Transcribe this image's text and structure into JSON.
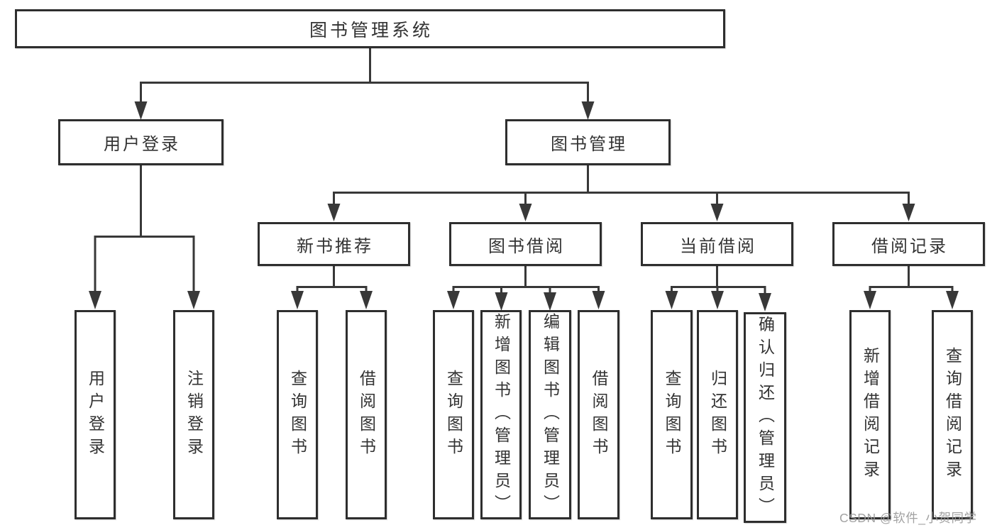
{
  "diagram_title": "图书管理系统",
  "tree": {
    "root": {
      "label": "图书管理系统"
    },
    "level2": [
      {
        "label": "用户登录",
        "children": [
          {
            "label": "用户登录"
          },
          {
            "label": "注销登录"
          }
        ]
      },
      {
        "label": "图书管理",
        "children": [
          {
            "label": "新书推荐",
            "children": [
              {
                "label": "查询图书"
              },
              {
                "label": "借阅图书"
              }
            ]
          },
          {
            "label": "图书借阅",
            "children": [
              {
                "label": "查询图书"
              },
              {
                "label": "新增图书（管理员）"
              },
              {
                "label": "编辑图书（管理员）"
              },
              {
                "label": "借阅图书"
              }
            ]
          },
          {
            "label": "当前借阅",
            "children": [
              {
                "label": "查询图书"
              },
              {
                "label": "归还图书"
              },
              {
                "label": "确认归还（管理员）"
              }
            ]
          },
          {
            "label": "借阅记录",
            "children": [
              {
                "label": "新增借阅记录"
              },
              {
                "label": "查询借阅记录"
              }
            ]
          }
        ]
      }
    ]
  },
  "watermark": {
    "text": "CSDN @软件_小贺同学"
  },
  "colors": {
    "line": "#383838",
    "box_border": "#2e2e2e",
    "box_fill": "#ffffff",
    "text": "#333333",
    "watermark": "#9b9b9b",
    "background": "#ffffff"
  }
}
